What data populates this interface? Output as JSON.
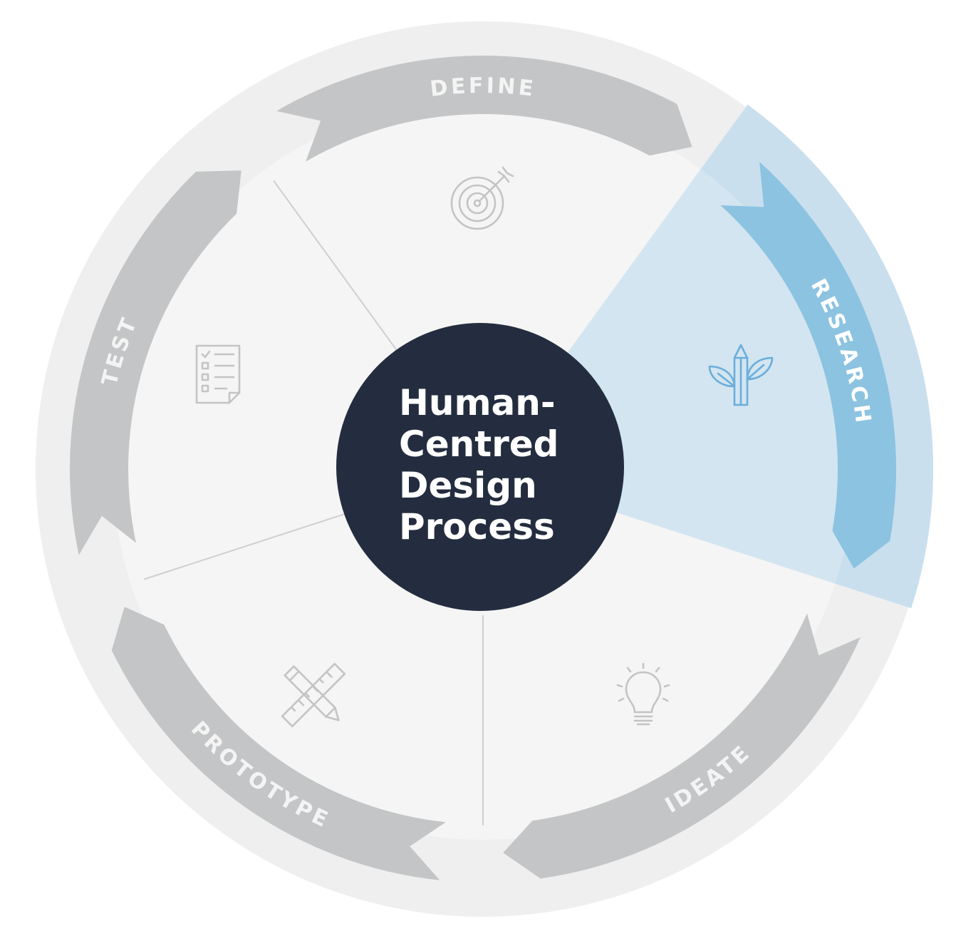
{
  "title_lines": [
    "Human-",
    "Centred",
    "Design",
    "Process"
  ],
  "stages": [
    {
      "label": "DEFINE",
      "icon": "target-icon",
      "active": false
    },
    {
      "label": "RESEARCH",
      "icon": "pencil-leaves-icon",
      "active": true
    },
    {
      "label": "IDEATE",
      "icon": "lightbulb-icon",
      "active": false
    },
    {
      "label": "PROTOTYPE",
      "icon": "pencil-ruler-icon",
      "active": false
    },
    {
      "label": "TEST",
      "icon": "checklist-icon",
      "active": false
    }
  ],
  "colors": {
    "outer_ring": "#efefef",
    "sector_fill": "#f5f5f5",
    "arrow_inactive": "#c4c5c6",
    "label_inactive": "#f4f4f4",
    "active_sector": "#d3e5f0",
    "active_ring": "#c9dfee",
    "active_arrow": "#8cc3e1",
    "center_circle": "#242d3f",
    "divider": "#cfcfcf"
  }
}
